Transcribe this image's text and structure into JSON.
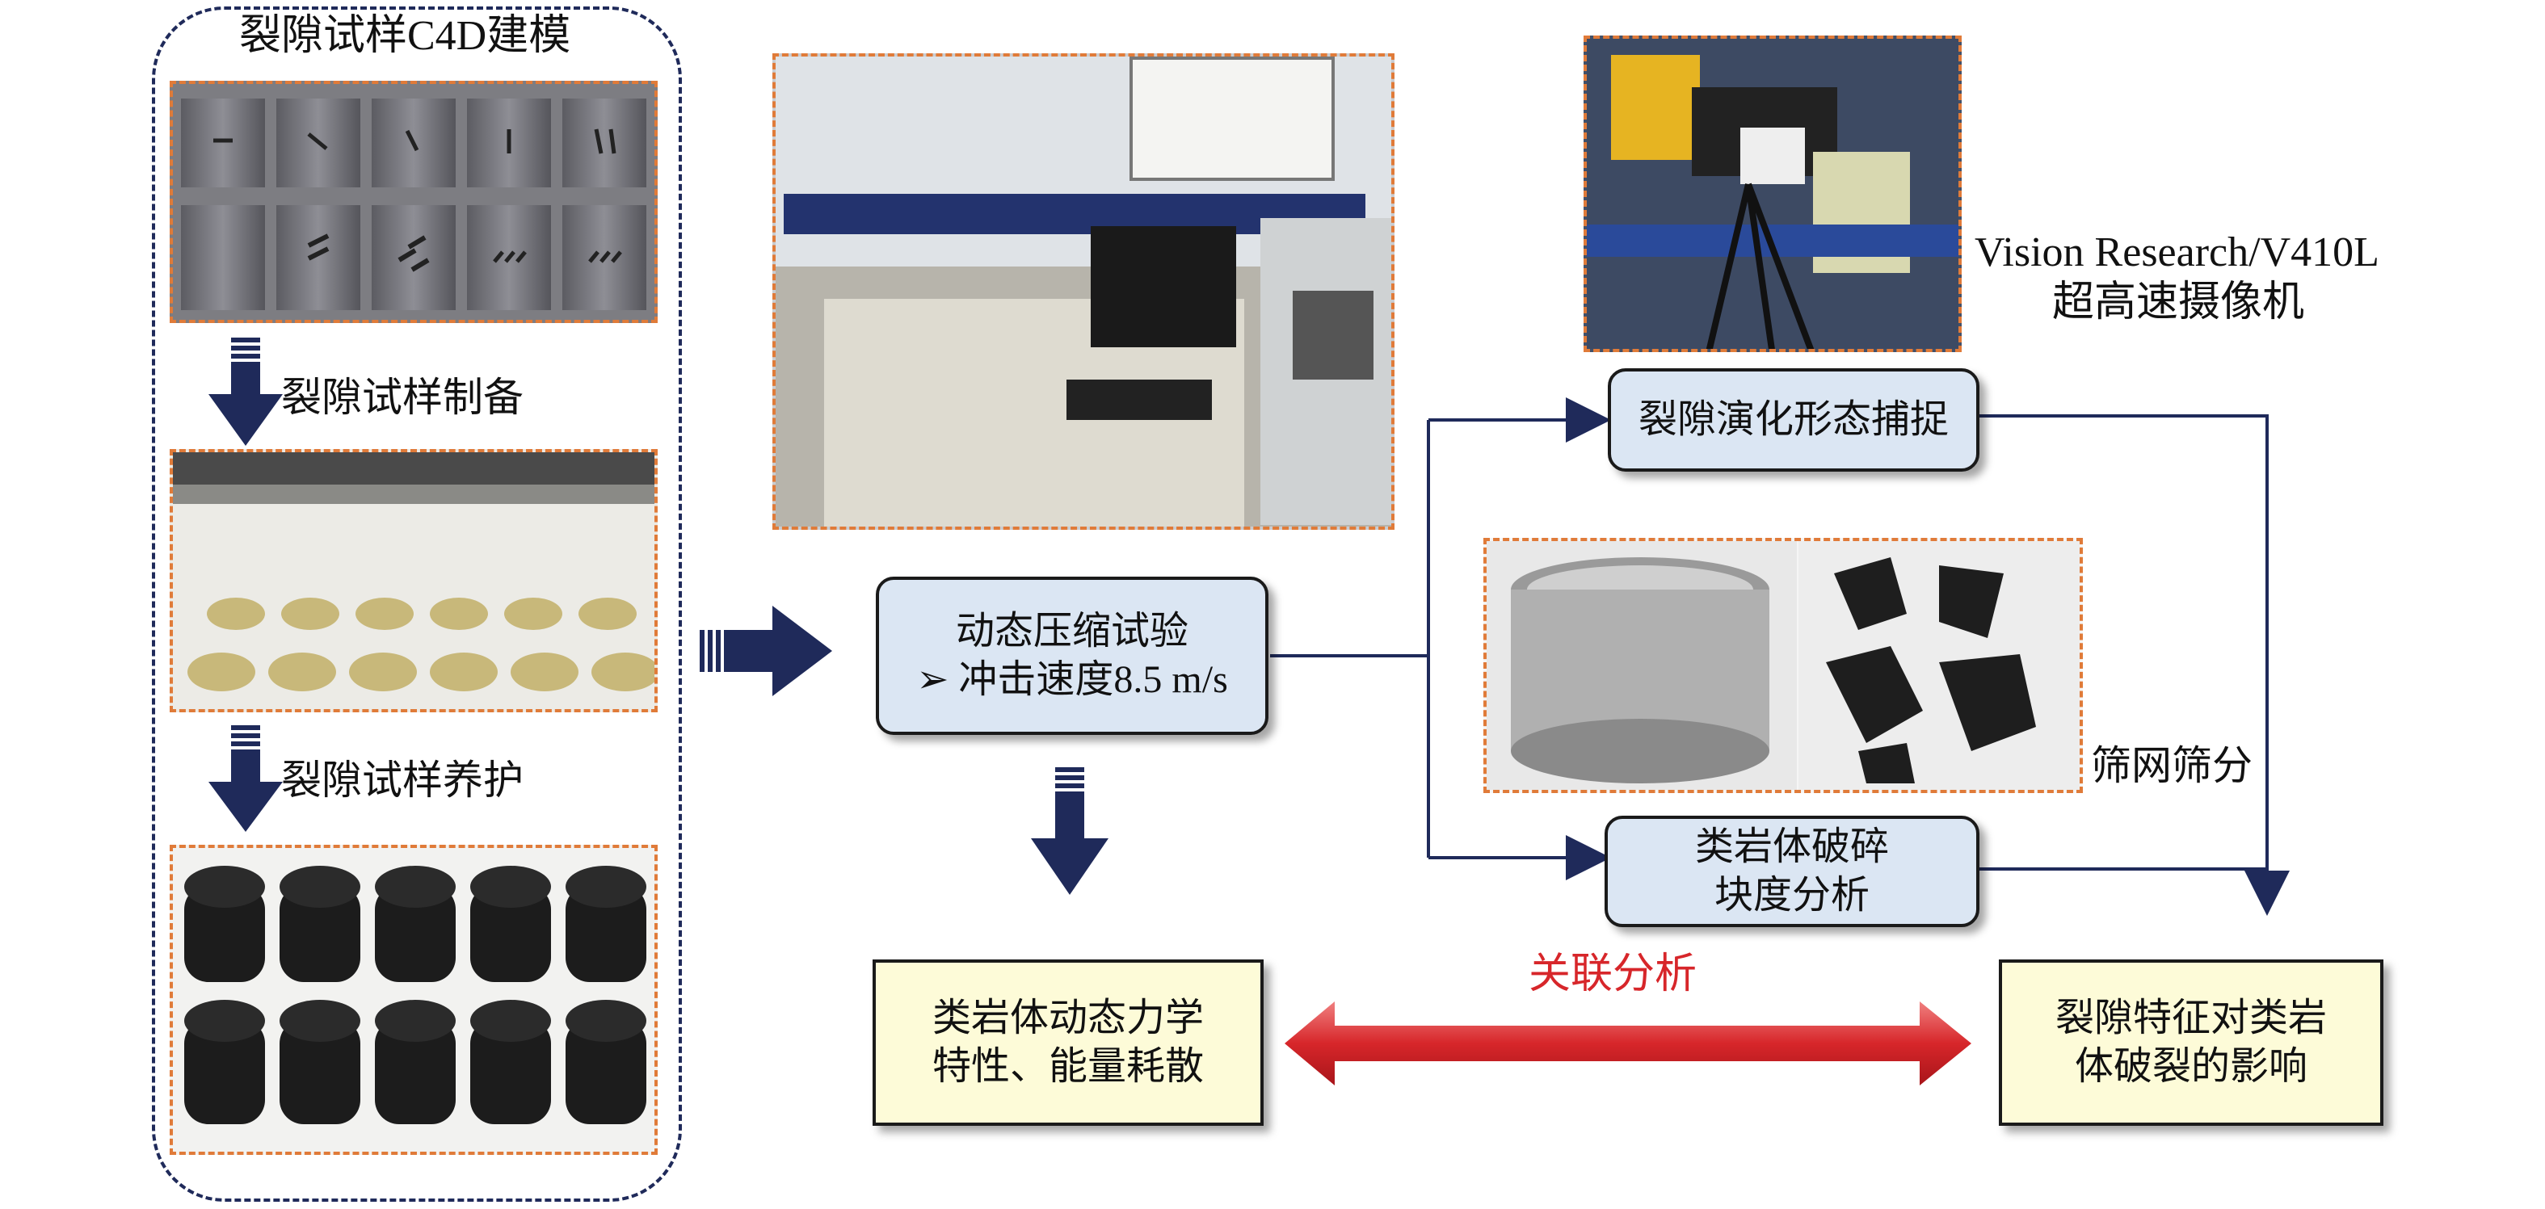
{
  "left_column": {
    "title": "裂隙试样C4D建模",
    "step1": "裂隙试样制备",
    "step2": "裂隙试样养护"
  },
  "center": {
    "test_line1": "动态压缩试验",
    "test_line2": "➢ 冲击速度8.5 m/s"
  },
  "right": {
    "camera_line1": "Vision Research/V410L",
    "camera_line2": "超高速摄像机",
    "capture_box": "裂隙演化形态捕捉",
    "sieve_label": "筛网筛分",
    "fragment_line1": "类岩体破碎",
    "fragment_line2": "块度分析"
  },
  "outputs": {
    "dynamic_line1": "类岩体动态力学",
    "dynamic_line2": "特性、能量耗散",
    "correlation": "关联分析",
    "influence_line1": "裂隙特征对类岩",
    "influence_line2": "体破裂的影响"
  },
  "colors": {
    "arrow_navy": "#1f2a5a",
    "panel_border": "#e07b39",
    "box_blue": "#dbe6f3",
    "box_yellow": "#fdfbd8",
    "correlation_red": "#d7262a"
  }
}
